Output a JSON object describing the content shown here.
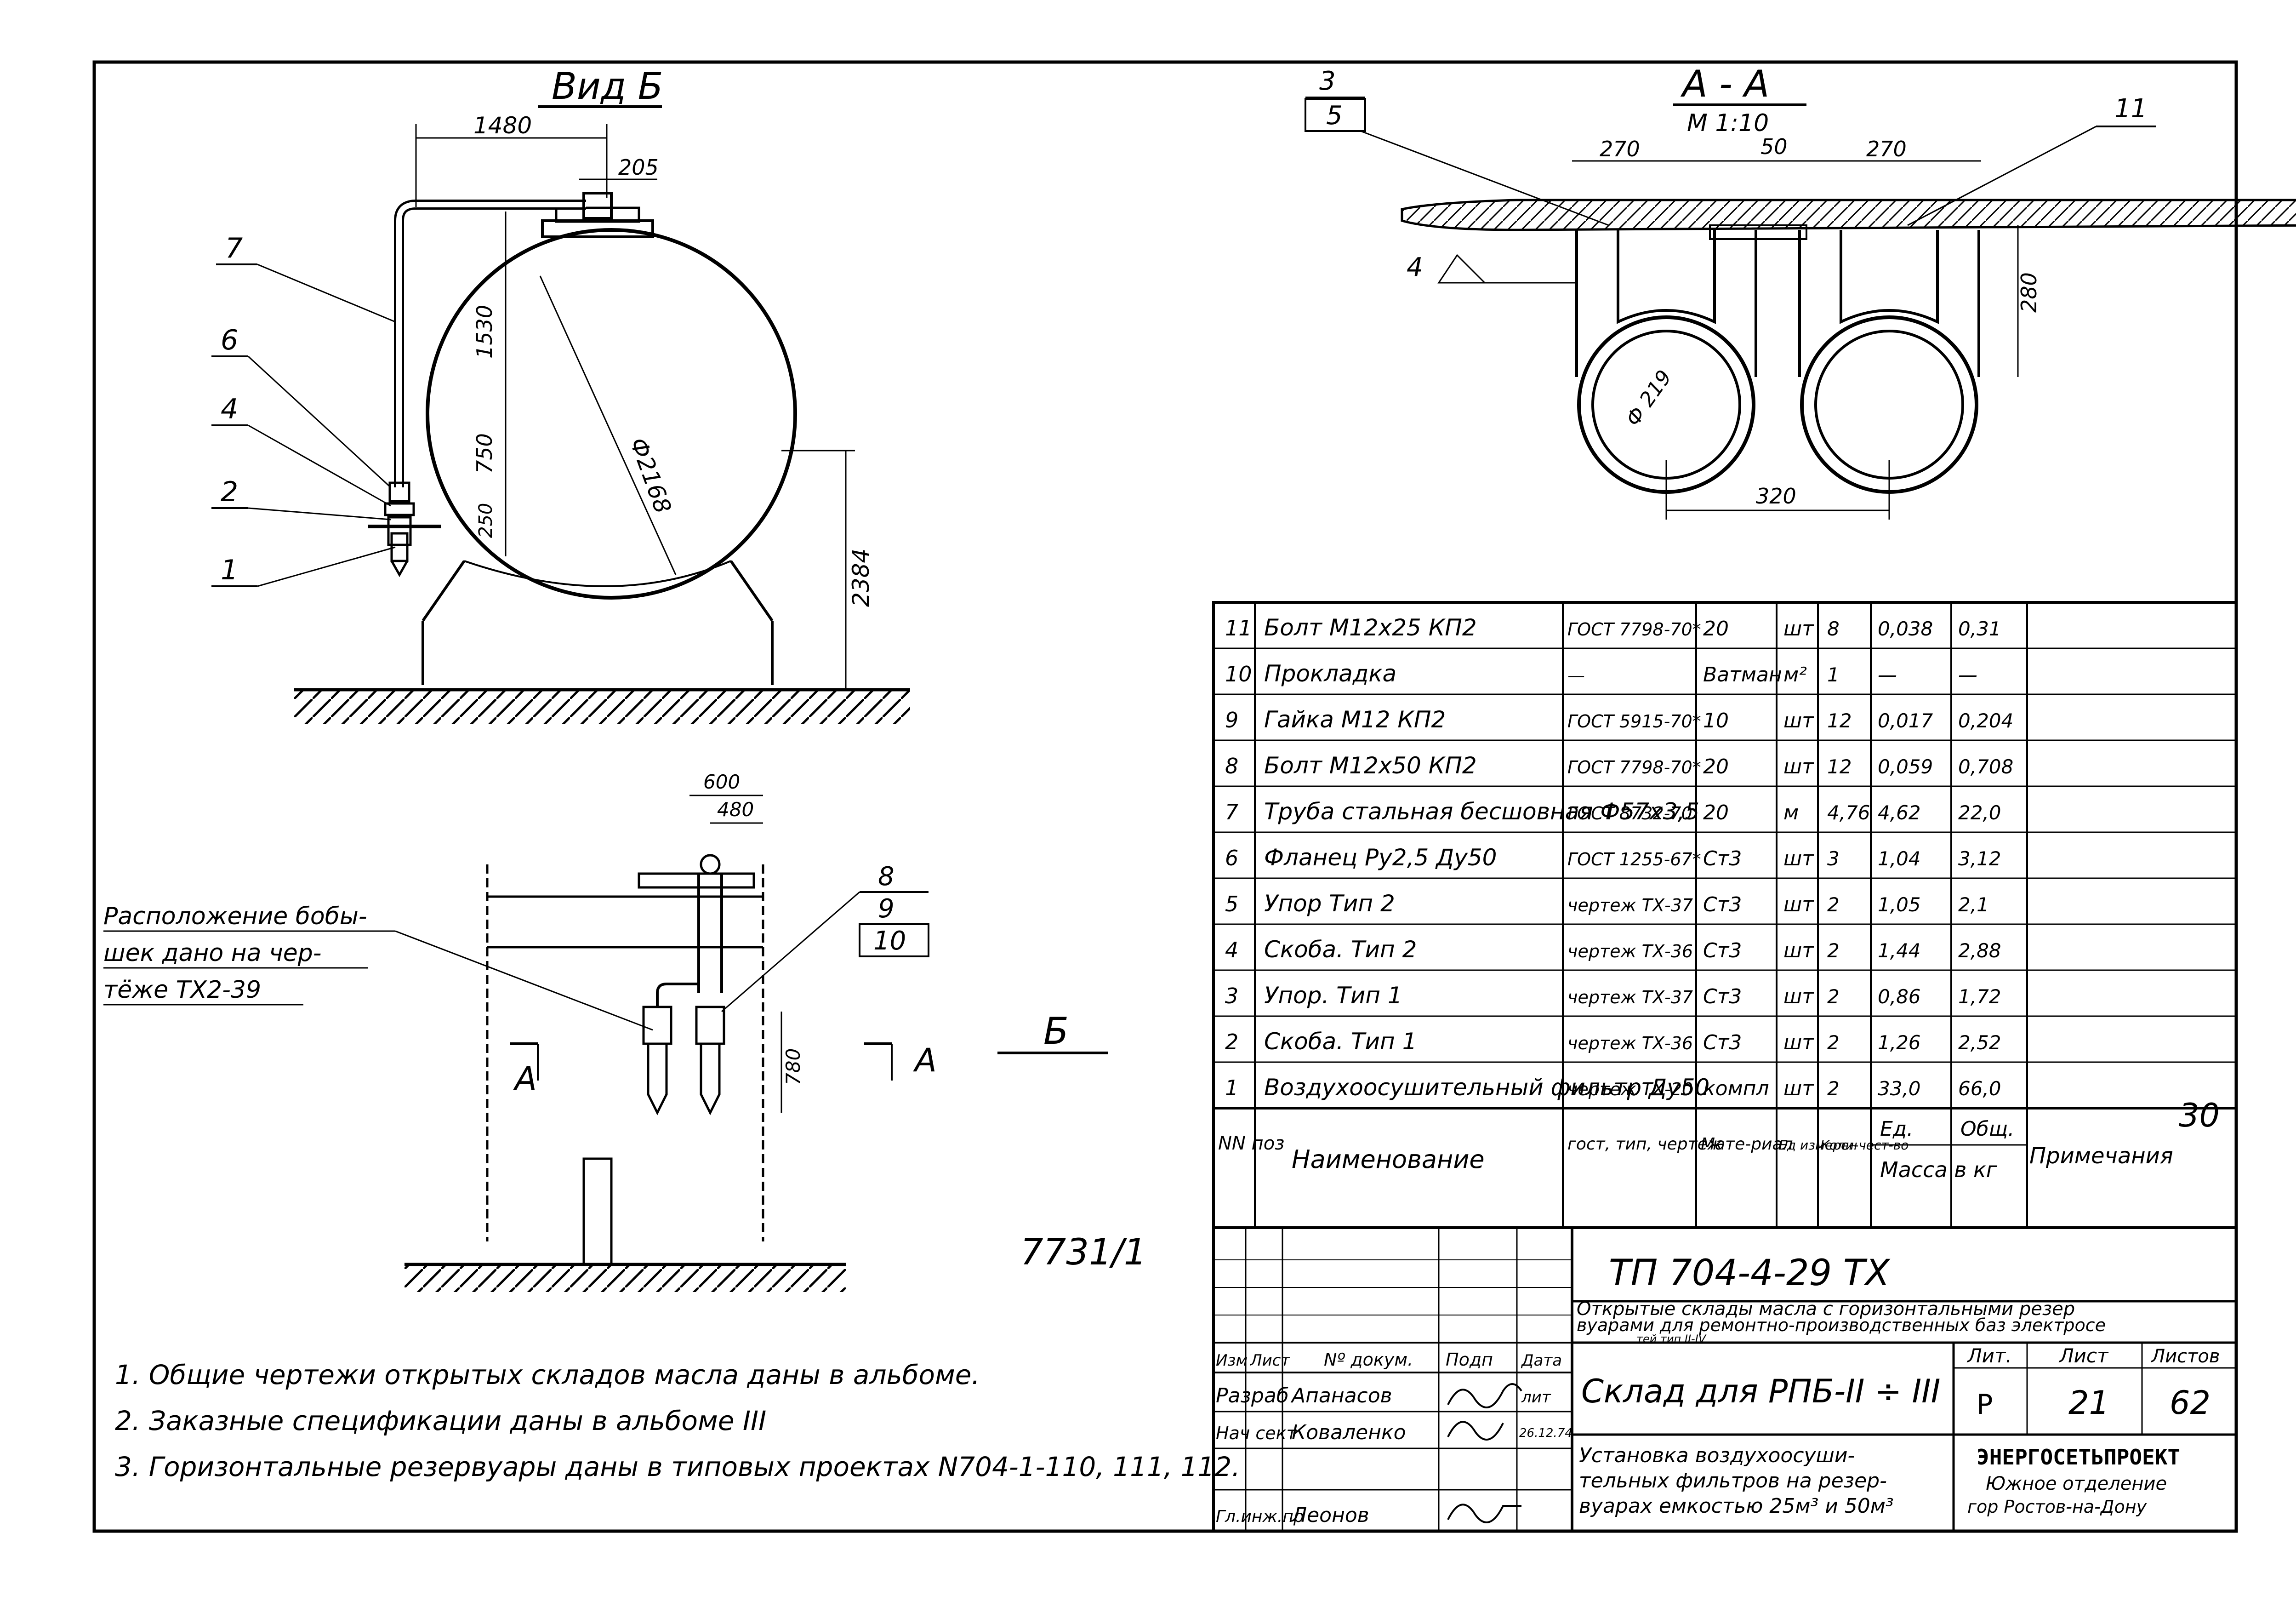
{
  "views": {
    "vid_b": {
      "title": "Вид Б",
      "dims": [
        "1480",
        "205",
        "1530",
        "750",
        "250",
        "Ф2168",
        "2384"
      ],
      "callouts": [
        "7",
        "6",
        "4",
        "2",
        "1"
      ]
    },
    "section_aa": {
      "title": "А - А",
      "scale": "М 1:10",
      "dims": [
        "270",
        "50",
        "270",
        "280",
        "Ф 219",
        "320"
      ],
      "callouts": [
        "3",
        "5",
        "4",
        "11"
      ]
    },
    "plan": {
      "dims": [
        "600",
        "480",
        "780"
      ],
      "callouts": [
        "8",
        "9",
        "10"
      ],
      "cut_marks": [
        "А",
        "А"
      ],
      "view_mark": "Б"
    },
    "boss_note": [
      "Расположение бобы-",
      "шек дано на чер-",
      "тёже ТХ2-39"
    ],
    "sheet_code": "7731/1",
    "stamp_num": "30"
  },
  "spec": {
    "header": [
      "NN поз",
      "Наименование",
      "гост, тип, чертеж",
      "Мате-риал",
      "Ед измерен",
      "Коли-чест-во",
      "Ед.",
      "Общ.",
      "Масса в кг",
      "Примечания"
    ],
    "rows": [
      {
        "pos": "11",
        "name": "Болт М12х25 КП2",
        "doc": "ГОСТ 7798-70*",
        "mat": "20",
        "unit": "шт",
        "qty": "8",
        "mass1": "0,038",
        "mass": "0,31"
      },
      {
        "pos": "10",
        "name": "Прокладка",
        "doc": "—",
        "mat": "Ватман",
        "unit": "м²",
        "qty": "1",
        "mass1": "—",
        "mass": "—"
      },
      {
        "pos": "9",
        "name": "Гайка М12 КП2",
        "doc": "ГОСТ 5915-70*",
        "mat": "10",
        "unit": "шт",
        "qty": "12",
        "mass1": "0,017",
        "mass": "0,204"
      },
      {
        "pos": "8",
        "name": "Болт М12х50 КП2",
        "doc": "ГОСТ 7798-70*",
        "mat": "20",
        "unit": "шт",
        "qty": "12",
        "mass1": "0,059",
        "mass": "0,708"
      },
      {
        "pos": "7",
        "name": "Труба стальная бесшовная Ф57х3,5",
        "doc": "ГОСТ 8732-70",
        "mat": "20",
        "unit": "м",
        "qty": "4,76",
        "mass1": "4,62",
        "mass": "22,0"
      },
      {
        "pos": "6",
        "name": "Фланец Ру2,5 Ду50",
        "doc": "ГОСТ 1255-67*",
        "mat": "Ст3",
        "unit": "шт",
        "qty": "3",
        "mass1": "1,04",
        "mass": "3,12"
      },
      {
        "pos": "5",
        "name": "Упор Тип 2",
        "doc": "чертеж ТХ-37",
        "mat": "Ст3",
        "unit": "шт",
        "qty": "2",
        "mass1": "1,05",
        "mass": "2,1"
      },
      {
        "pos": "4",
        "name": "Скоба. Тип 2",
        "doc": "чертеж ТХ-36",
        "mat": "Ст3",
        "unit": "шт",
        "qty": "2",
        "mass1": "1,44",
        "mass": "2,88"
      },
      {
        "pos": "3",
        "name": "Упор. Тип 1",
        "doc": "чертеж ТХ-37",
        "mat": "Ст3",
        "unit": "шт",
        "qty": "2",
        "mass1": "0,86",
        "mass": "1,72"
      },
      {
        "pos": "2",
        "name": "Скоба. Тип 1",
        "doc": "чертеж ТХ-36",
        "mat": "Ст3",
        "unit": "шт",
        "qty": "2",
        "mass1": "1,26",
        "mass": "2,52"
      },
      {
        "pos": "1",
        "name": "Воздухоосушительный фильтр Ду50",
        "doc": "чертеж ТХ-20",
        "mat": "компл",
        "unit": "шт",
        "qty": "2",
        "mass1": "33,0",
        "mass": "66,0"
      }
    ]
  },
  "notes": [
    "1. Общие чертежи открытых складов масла даны в альбоме.",
    "2. Заказные спецификации даны в альбоме III",
    "3. Горизонтальные резервуары даны в типовых проектах N704-1-110, 111, 112."
  ],
  "title_block": {
    "code": "ТП 704-4-29 ТХ",
    "project": [
      "Открытые склады масла с горизонтальными резер",
      "вуарами для ремонтно-производственных баз электросе",
      "тей тип II-IV"
    ],
    "object": "Склад для РПБ-II ÷ III",
    "drawing": [
      "Установка воздухоосуши-",
      "тельных фильтров на резер-",
      "вуарах емкостью 25м³ и 50м³"
    ],
    "stage_header": [
      "Лит.",
      "Лист",
      "Листов"
    ],
    "stage": "Р",
    "sheet": "21",
    "sheets": "62",
    "org": [
      "ЭНЕРГОСЕТЬПРОЕКТ",
      "Южное отделение",
      "гор Ростов-на-Дону"
    ],
    "sig_header": [
      "Изм",
      "Лист",
      "Nº докум.",
      "Подп",
      "Дата"
    ],
    "people": [
      {
        "role": "Разраб",
        "name": "Апанасов",
        "date": "лит"
      },
      {
        "role": "Нач сект",
        "name": "Коваленко",
        "date": "26.12.74"
      },
      {
        "role": "Гл.инж.пр",
        "name": "Леонов",
        "date": ""
      }
    ]
  }
}
